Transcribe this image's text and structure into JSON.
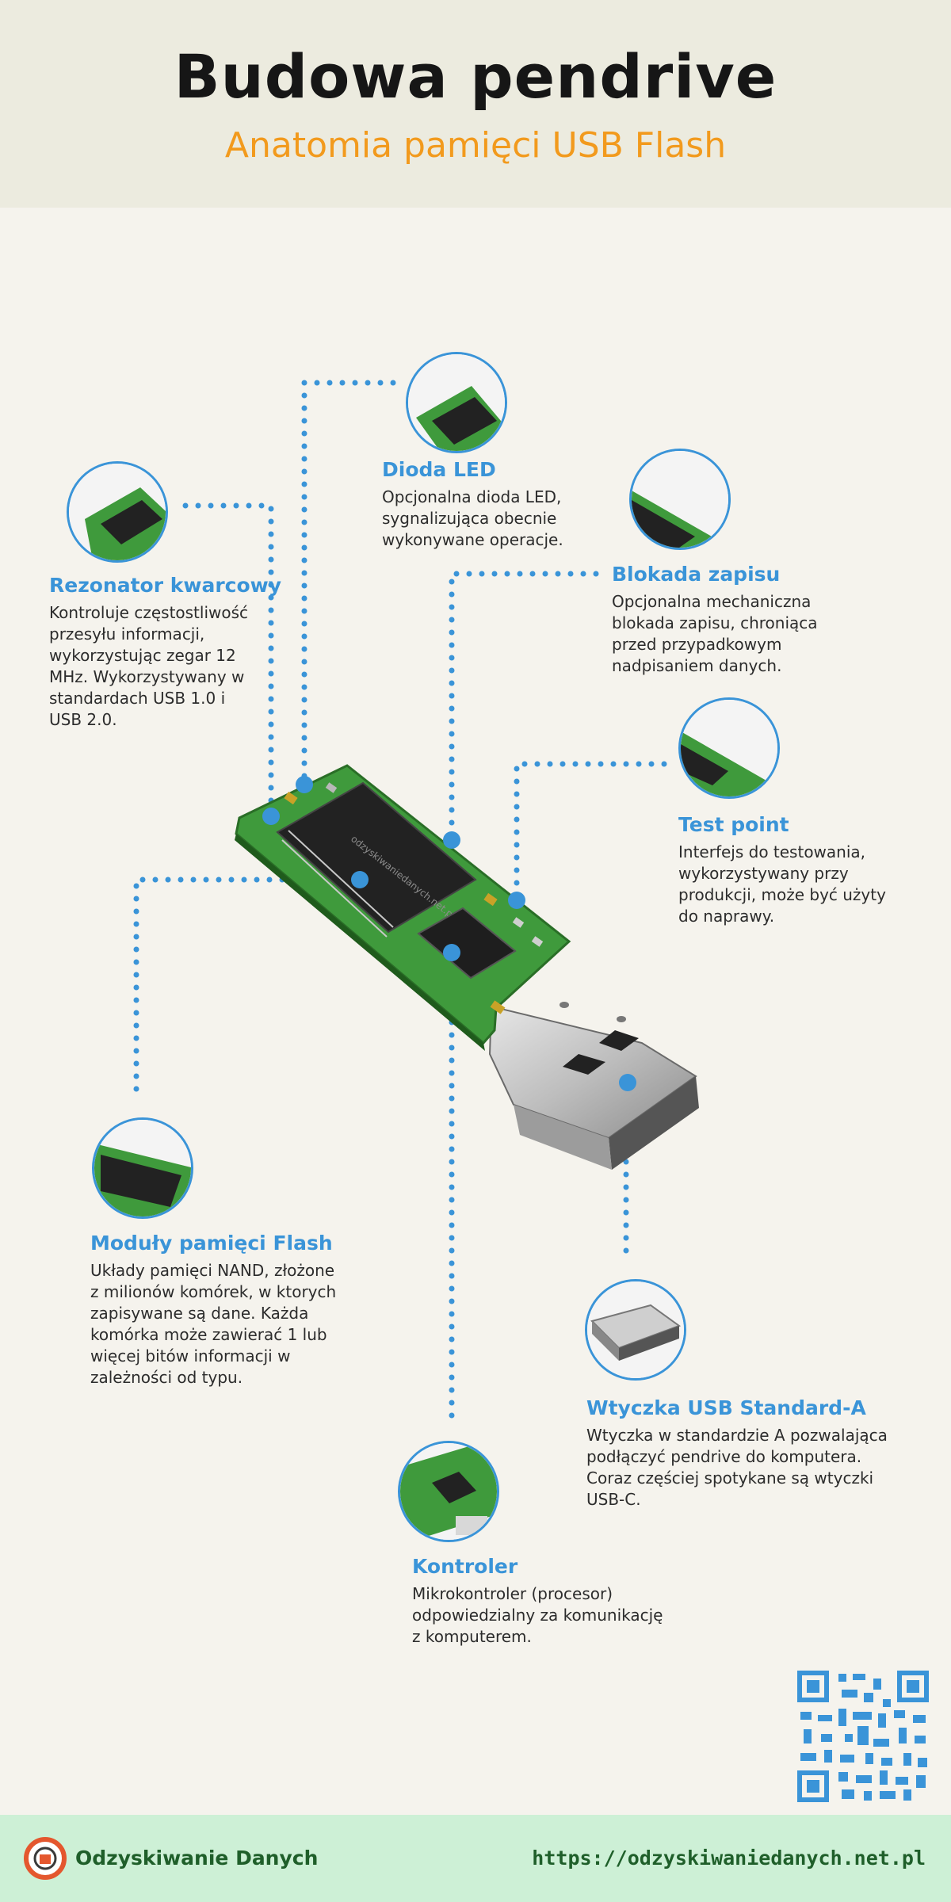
{
  "header": {
    "title": "Budowa pendrive",
    "subtitle": "Anatomia pamięci USB Flash"
  },
  "parts": {
    "led": {
      "label": "Dioda LED",
      "description": "Opcjonalna dioda LED, sygnalizująca obecnie wykonywane operacje."
    },
    "resonator": {
      "label": "Rezonator kwarcowy",
      "description": "Kontroluje częstostliwość przesyłu informacji, wykorzystując zegar 12 MHz. Wykorzystywany w standardach USB 1.0 i USB 2.0."
    },
    "write_lock": {
      "label": "Blokada zapisu",
      "description": "Opcjonalna mechaniczna blokada zapisu, chroniąca przed przypadkowym nadpisaniem danych."
    },
    "test_point": {
      "label": "Test point",
      "description": "Interfejs do testowania, wykorzystywany przy produkcji, może być użyty do naprawy."
    },
    "flash": {
      "label": "Moduły pamięci Flash",
      "description": "Układy pamięci NAND, złożone z milionów komórek, w ktorych zapisywane są dane. Każda komórka może zawierać 1 lub więcej bitów informacji w zależności od typu."
    },
    "usb": {
      "label": "Wtyczka USB Standard-A",
      "description": "Wtyczka w standardzie A pozwalająca podłączyć pendrive do komputera. Coraz częściej spotykane są wtyczki USB-C."
    },
    "controller": {
      "label": "Kontroler",
      "description": "Mikrokontroler (procesor) odpowiedzialny za komunikację z komputerem."
    }
  },
  "chip_watermark": "odzyskiwaniedanych.net.pl",
  "footer": {
    "brand": "Odzyskiwanie Danych",
    "url": "https://odzyskiwaniedanych.net.pl"
  },
  "colors": {
    "accent_blue": "#3a94d8",
    "accent_orange": "#f29a1d",
    "pcb_green": "#3f9a3c",
    "footer_green": "#cdf0d6"
  },
  "icons": [
    "logo-icon",
    "qr-code-icon"
  ]
}
